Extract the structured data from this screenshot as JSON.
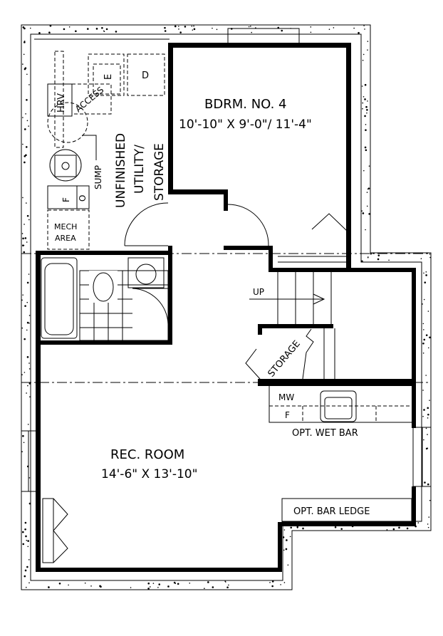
{
  "bedroom": {
    "name": "BDRM. NO. 4",
    "size": "10'-10\" X 9'-0\"/ 11'-4\""
  },
  "utility": {
    "line1": "UNFINISHED",
    "line2": "UTILITY/",
    "line3": "STORAGE"
  },
  "mech": {
    "hrv": "HRV",
    "access": "ACCESS",
    "e": "E",
    "d": "D",
    "sump": "SUMP",
    "f": "F",
    "o": "O",
    "line1": "MECH",
    "line2": "AREA"
  },
  "stairs": {
    "up": "UP",
    "storage": "STORAGE"
  },
  "wetbar": {
    "mw": "MW",
    "f": "F",
    "label": "OPT. WET BAR"
  },
  "rec": {
    "name": "REC. ROOM",
    "size": "14'-6\" X 13'-10\""
  },
  "ledge": {
    "label": "OPT. BAR LEDGE"
  }
}
